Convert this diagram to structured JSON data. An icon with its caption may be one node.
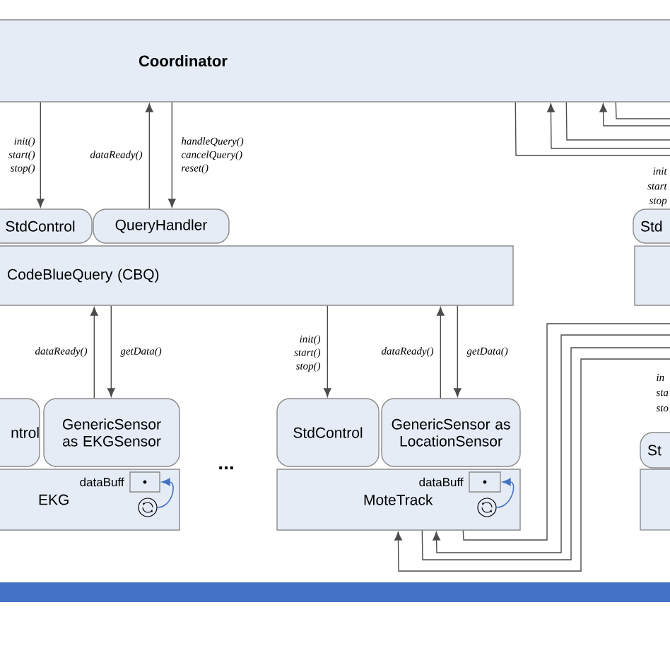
{
  "diagram": {
    "nodes": [
      {
        "text": [
          "Coordinator"
        ]
      },
      {
        "text": [
          "StdControl"
        ]
      },
      {
        "text": [
          "QueryHandler"
        ]
      },
      {
        "text": [
          "CodeBlueQuery (CBQ)"
        ]
      },
      {
        "text": [
          "Std"
        ]
      },
      {
        "text": [],
        "shape": "box"
      },
      {
        "text": [
          "ntrol"
        ]
      },
      {
        "text": [
          "GenericSensor as EKGSensor"
        ]
      },
      {
        "text": [
          "EKG"
        ]
      },
      {
        "text": [],
        "shape": "box",
        "beside": [
          "dataBuff"
        ],
        "in": 8
      },
      {
        "text": [],
        "shape": "circle",
        "in": 8
      },
      {
        "text": [
          "StdControl"
        ]
      },
      {
        "text": [
          "GenericSensor as LocationSensor"
        ]
      },
      {
        "text": [
          "MoteTrack"
        ]
      },
      {
        "text": [],
        "shape": "box",
        "beside": [
          "dataBuff"
        ],
        "in": 13
      },
      {
        "text": [],
        "shape": "circle",
        "in": 13
      },
      {
        "text": [
          "St"
        ]
      },
      {
        "text": [],
        "shape": "box"
      }
    ],
    "edges": [
      {
        "from": 0,
        "to": 1,
        "arrow": "to",
        "label": "init() start() stop()"
      },
      {
        "from": 2,
        "to": 0,
        "arrow": "to",
        "label": "dataReady()"
      },
      {
        "from": 0,
        "to": 2,
        "arrow": "to",
        "label": "handleQuery() cancelQuery() reset()"
      },
      {
        "from": 7,
        "to": 3,
        "arrow": "to",
        "label": "dataReady()"
      },
      {
        "from": 3,
        "to": 7,
        "arrow": "to",
        "label": "getData()"
      },
      {
        "from": 3,
        "to": 11,
        "arrow": "to",
        "label": "init() start() stop()"
      },
      {
        "from": 12,
        "to": 3,
        "arrow": "to",
        "label": "dataReady()"
      },
      {
        "from": 3,
        "to": 12,
        "arrow": "to",
        "label": "getData()"
      },
      {
        "from": 10,
        "to": 9,
        "arrow": "to",
        "color": "#4472c4"
      },
      {
        "from": 15,
        "to": 14,
        "arrow": "to",
        "color": "#4472c4"
      },
      {
        "from": null,
        "to": 0,
        "arrow": "to"
      },
      {
        "from": null,
        "to": 0,
        "arrow": "to"
      },
      {
        "from": 0,
        "to": null,
        "arrow": "none"
      },
      {
        "from": 0,
        "to": null,
        "arrow": "none"
      },
      {
        "from": 0,
        "to": null,
        "arrow": "none"
      },
      {
        "from": null,
        "to": 13,
        "arrow": "to"
      },
      {
        "from": null,
        "to": 13,
        "arrow": "to"
      },
      {
        "from": 13,
        "to": null,
        "arrow": "none"
      },
      {
        "from": 13,
        "to": null,
        "arrow": "none"
      }
    ],
    "labels": [
      "init",
      "start",
      "stop",
      "...",
      "in",
      "sta",
      "sto"
    ]
  }
}
